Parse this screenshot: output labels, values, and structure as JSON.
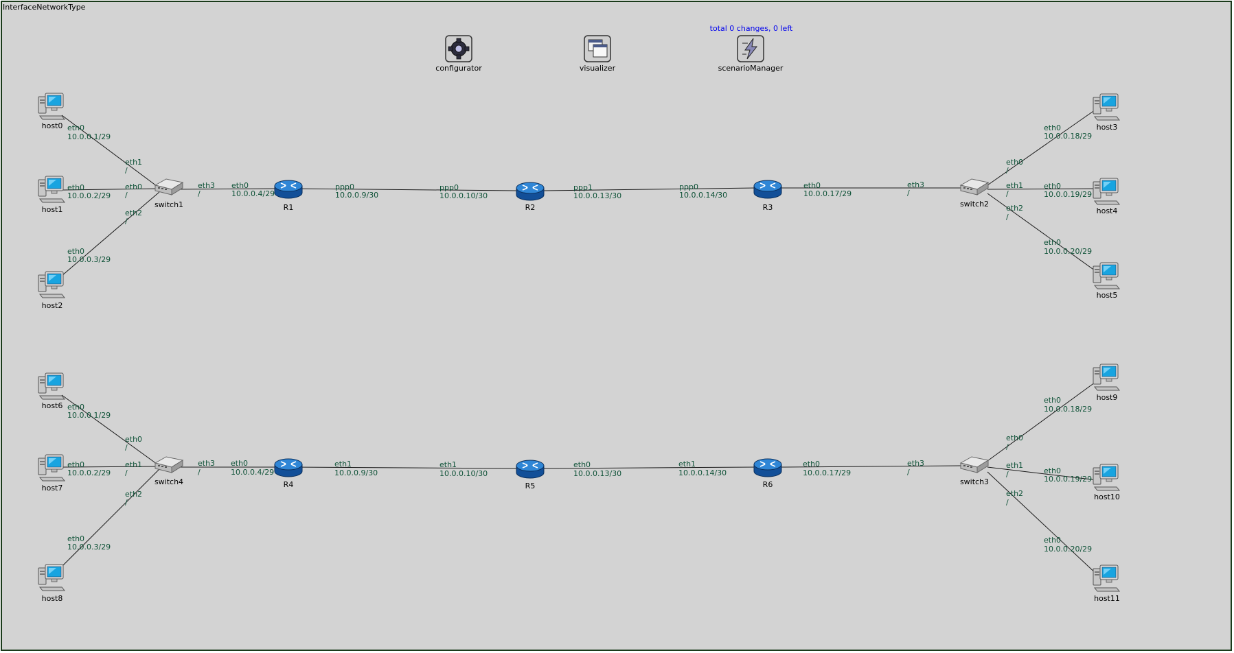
{
  "network": {
    "title": "InterfaceNetworkType",
    "status": "total 0 changes, 0 left"
  },
  "modules": [
    {
      "id": "configurator",
      "label": "configurator",
      "icon": "gear-icon"
    },
    {
      "id": "visualizer",
      "label": "visualizer",
      "icon": "windows-icon"
    },
    {
      "id": "scenarioManager",
      "label": "scenarioManager",
      "icon": "lightning-icon"
    }
  ],
  "nodes": {
    "host0": "host0",
    "host1": "host1",
    "host2": "host2",
    "host3": "host3",
    "host4": "host4",
    "host5": "host5",
    "host6": "host6",
    "host7": "host7",
    "host8": "host8",
    "host9": "host9",
    "host10": "host10",
    "host11": "host11",
    "switch1": "switch1",
    "switch2": "switch2",
    "switch3": "switch3",
    "switch4": "switch4",
    "R1": "R1",
    "R2": "R2",
    "R3": "R3",
    "R4": "R4",
    "R5": "R5",
    "R6": "R6"
  },
  "iflabels": {
    "h0_if": "eth0",
    "h0_ip": "10.0.0.1/29",
    "s1_e1": "eth1",
    "s1_e1b": "/",
    "h1_if": "eth0",
    "h1_ip": "10.0.0.2/29",
    "s1_e0": "eth0",
    "s1_e0b": "/",
    "s1_e2": "eth2",
    "s1_e2b": "/",
    "h2_if": "eth0",
    "h2_ip": "10.0.0.3/29",
    "s1_e3": "eth3",
    "s1_e3b": "/",
    "r1_e0": "eth0",
    "r1_e0ip": "10.0.0.4/29",
    "r1_p0": "ppp0",
    "r1_p0ip": "10.0.0.9/30",
    "r2_p0": "ppp0",
    "r2_p0ip": "10.0.0.10/30",
    "r2_p1": "ppp1",
    "r2_p1ip": "10.0.0.13/30",
    "r3_p0": "ppp0",
    "r3_p0ip": "10.0.0.14/30",
    "r3_e0": "eth0",
    "r3_e0ip": "10.0.0.17/29",
    "s2_e3": "eth3",
    "s2_e3b": "/",
    "s2_e0": "eth0",
    "s2_e0b": "/",
    "s2_e1": "eth1",
    "s2_e1b": "/",
    "s2_e2": "eth2",
    "s2_e2b": "/",
    "h3_if": "eth0",
    "h3_ip": "10.0.0.18/29",
    "h4_if": "eth0",
    "h4_ip": "10.0.0.19/29",
    "h5_if": "eth0",
    "h5_ip": "10.0.0.20/29",
    "h6_if": "eth0",
    "h6_ip": "10.0.0.1/29",
    "s4_e0": "eth0",
    "s4_e0b": "/",
    "h7_if": "eth0",
    "h7_ip": "10.0.0.2/29",
    "s4_e1": "eth1",
    "s4_e1b": "/",
    "s4_e2": "eth2",
    "s4_e2b": "/",
    "h8_if": "eth0",
    "h8_ip": "10.0.0.3/29",
    "s4_e3": "eth3",
    "s4_e3b": "/",
    "r4_e0": "eth0",
    "r4_e0ip": "10.0.0.4/29",
    "r4_e1": "eth1",
    "r4_e1ip": "10.0.0.9/30",
    "r5_e1": "eth1",
    "r5_e1ip": "10.0.0.10/30",
    "r5_e0": "eth0",
    "r5_e0ip": "10.0.0.13/30",
    "r6_e1": "eth1",
    "r6_e1ip": "10.0.0.14/30",
    "r6_e0": "eth0",
    "r6_e0ip": "10.0.0.17/29",
    "s3_e3": "eth3",
    "s3_e3b": "/",
    "s3_e0": "eth0",
    "s3_e0b": "/",
    "s3_e1": "eth1",
    "s3_e1b": "/",
    "s3_e2": "eth2",
    "s3_e2b": "/",
    "h9_if": "eth0",
    "h9_ip": "10.0.0.18/29",
    "h10_if": "eth0",
    "h10_ip": "10.0.0.19/29",
    "h11_if": "eth0",
    "h11_ip": "10.0.0.20/29"
  },
  "colors": {
    "background": "#d3d3d3",
    "link": "#1a1a1a",
    "router": "#1e6fc0",
    "interface_label": "#0d5136",
    "status": "#0000ee"
  }
}
